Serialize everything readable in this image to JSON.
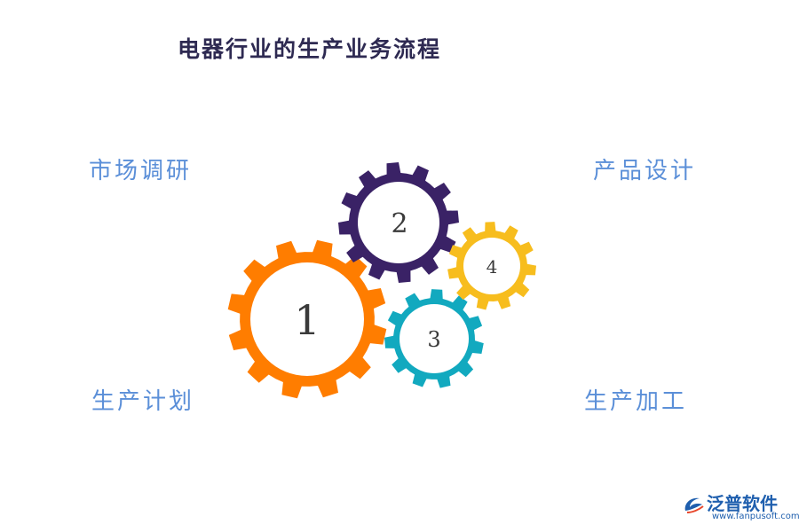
{
  "title": "电器行业的生产业务流程",
  "steps": [
    {
      "number": "1",
      "label": "市场调研",
      "color": "#ff7d00"
    },
    {
      "number": "2",
      "label": "产品设计",
      "color": "#3a2266"
    },
    {
      "number": "3",
      "label": "生产计划",
      "color": "#12a9bf"
    },
    {
      "number": "4",
      "label": "生产加工",
      "color": "#f7bd1e"
    }
  ],
  "logo": {
    "text": "泛普软件",
    "url": "www.fanpusoft.com",
    "color": "#1f5fae"
  }
}
